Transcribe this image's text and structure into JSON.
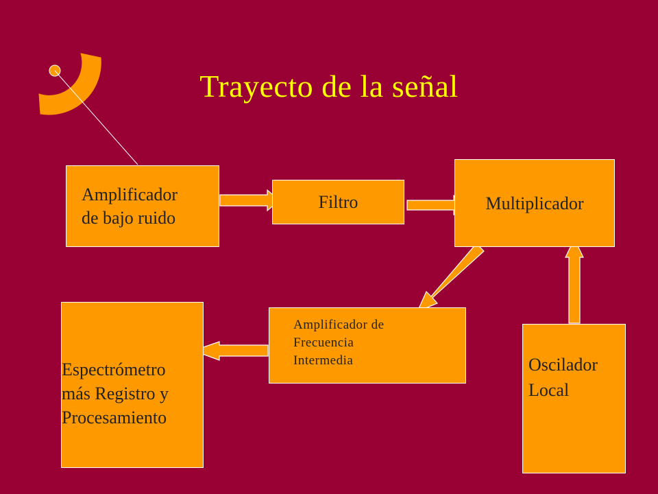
{
  "title": "Trayecto de la señal",
  "colors": {
    "background": "#990033",
    "title": "#ffff00",
    "box": "#ff9900",
    "arrow": "#ff9900",
    "arrow_outline": "#ffffff",
    "box_text": "#222222"
  },
  "icons": {
    "logo": "satellite-dish-icon"
  },
  "boxes": {
    "lna": {
      "line1": "Amplificador",
      "line2": "de bajo ruido"
    },
    "filtro": {
      "line1": "Filtro"
    },
    "multiplicador": {
      "line1": "Multiplicador"
    },
    "fi": {
      "line1": "Amplificador de",
      "line2": "Frecuencia",
      "line3": "Intermedia"
    },
    "espectrometro": {
      "line1": "Espectrómetro",
      "line2": "más Registro y",
      "line3": "Procesamiento"
    },
    "oscilador": {
      "line1": "Oscilador",
      "line2": "Local"
    }
  }
}
